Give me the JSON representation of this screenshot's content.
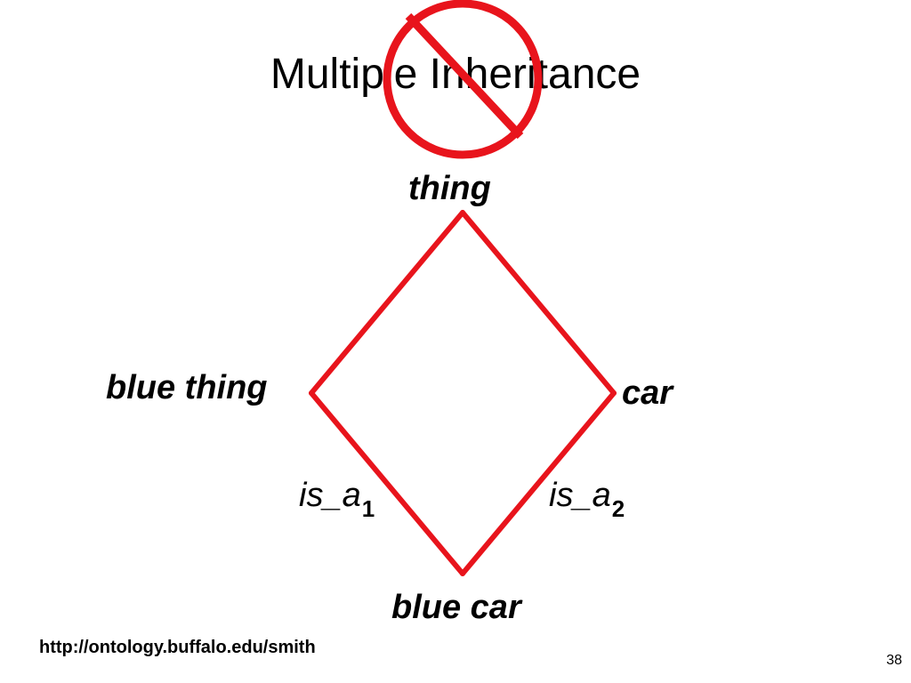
{
  "slide": {
    "title": "Multiple Inheritance",
    "footer_url": "http://ontology.buffalo.edu/smith",
    "page_number": "38"
  },
  "diagram": {
    "nodes": {
      "top": "thing",
      "left": "blue thing",
      "right": "car",
      "bottom": "blue car"
    },
    "edges": {
      "left_label": "is_a",
      "left_subscript": "1",
      "right_label": "is_a",
      "right_subscript": "2"
    },
    "colors": {
      "edge": "#e8141c",
      "prohibition_sign": "#e8141c"
    },
    "icons": {
      "prohibition": "no-symbol-icon"
    }
  }
}
